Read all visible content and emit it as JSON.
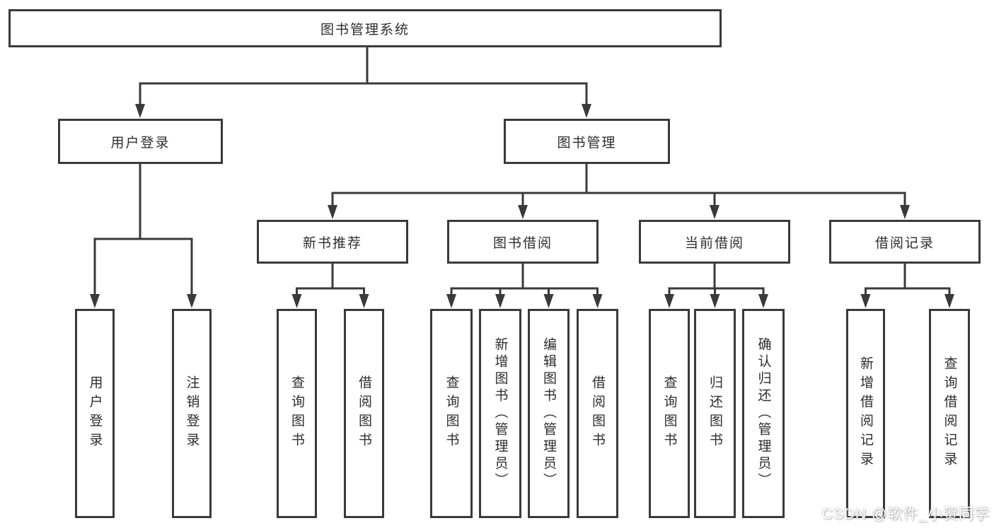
{
  "diagram": {
    "root": {
      "label": "图书管理系统"
    },
    "branches": [
      {
        "label": "用户登录",
        "children": [
          {
            "label": "用户登录"
          },
          {
            "label": "注销登录"
          }
        ]
      },
      {
        "label": "图书管理",
        "children": [
          {
            "label": "新书推荐",
            "children": [
              {
                "label": "查询图书"
              },
              {
                "label": "借阅图书"
              }
            ]
          },
          {
            "label": "图书借阅",
            "children": [
              {
                "label": "查询图书"
              },
              {
                "label": "新增图书（管理员）"
              },
              {
                "label": "编辑图书（管理员）"
              },
              {
                "label": "借阅图书"
              }
            ]
          },
          {
            "label": "当前借阅",
            "children": [
              {
                "label": "查询图书"
              },
              {
                "label": "归还图书"
              },
              {
                "label": "确认归还（管理员）"
              }
            ]
          },
          {
            "label": "借阅记录",
            "children": [
              {
                "label": "新增借阅记录"
              },
              {
                "label": "查询借阅记录"
              }
            ]
          }
        ]
      }
    ]
  },
  "watermark": {
    "text": "CSDN @软件_小贺同学"
  },
  "colors": {
    "line": "#3a3a3a",
    "text": "#2d2d2d",
    "background": "#ffffff",
    "watermark": "#ffffff"
  }
}
